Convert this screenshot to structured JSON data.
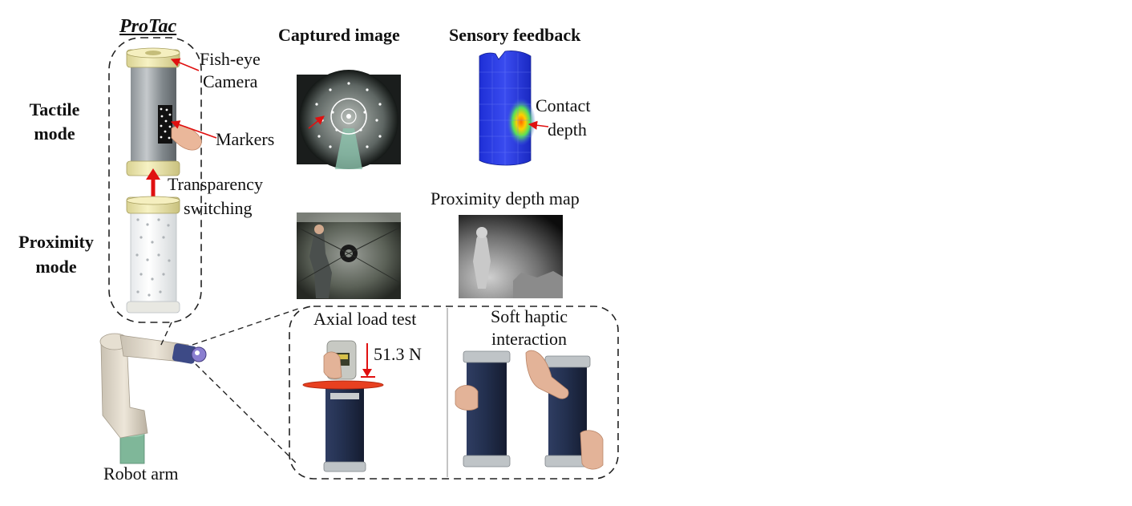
{
  "device": {
    "name": "ProTac",
    "camera_label_line1": "Fish-eye",
    "camera_label_line2": "Camera",
    "markers_label": "Markers",
    "switch_label_line1": "Transparency",
    "switch_label_line2": "switching"
  },
  "modes": {
    "tactile_line1": "Tactile",
    "tactile_line2": "mode",
    "proximity_line1": "Proximity",
    "proximity_line2": "mode"
  },
  "columns": {
    "captured": "Captured image",
    "feedback": "Sensory feedback"
  },
  "feedback": {
    "contact_line1": "Contact",
    "contact_line2": "depth",
    "proximity_map": "Proximity depth map"
  },
  "tests": {
    "axial": "Axial load test",
    "force_value": "51.3 N",
    "soft_line1": "Soft haptic",
    "soft_line2": "interaction"
  },
  "robot": {
    "label": "Robot arm"
  },
  "colors": {
    "arrow": "#e01010",
    "cylinder_gray": "#6f7579",
    "cap_yellow": "#e9e3a1",
    "skin_blue": "#1f2a45",
    "depth_blue": "#2233e0"
  }
}
